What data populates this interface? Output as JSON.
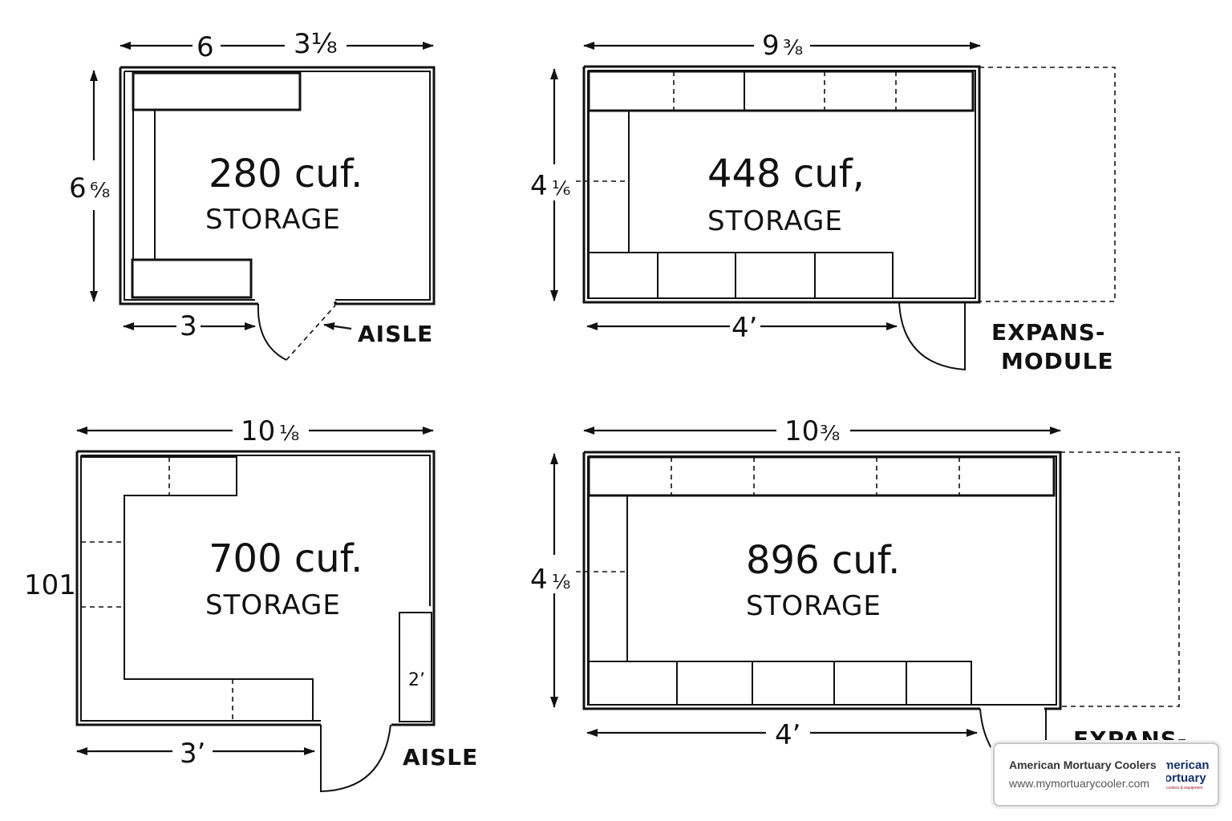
{
  "plans": [
    {
      "capacity": "280 cuf.",
      "label": "STORAGE",
      "dims": {
        "top_left": "6",
        "top_right": "3⅛",
        "left_main": "6",
        "left_frac": "⁶⁄₈",
        "bottom": "3"
      },
      "aisle": "AISLE"
    },
    {
      "capacity": "448 cuf,",
      "label": "STORAGE",
      "dims": {
        "top_main": "9",
        "top_frac": "³⁄₈",
        "left_main": "4",
        "left_frac": "¹⁄₆",
        "bottom": "4’"
      },
      "expansion": [
        "EXPANS-",
        "MODULE"
      ]
    },
    {
      "capacity": "700 cuf.",
      "label": "STORAGE",
      "dims": {
        "top_main": "10",
        "top_frac": "¹⁄₈",
        "left": "101",
        "bottom": "3’",
        "shelf": "2’"
      },
      "aisle": "AISLE"
    },
    {
      "capacity": "896 cuf.",
      "label": "STORAGE",
      "dims": {
        "top_main": "10",
        "top_frac": "³⁄₈",
        "left_main": "4",
        "left_frac": "¹⁄₈",
        "bottom": "4’"
      },
      "expansion": [
        "EXPANS-"
      ]
    }
  ],
  "brand": {
    "name": "American Mortuary Coolers",
    "url": "www.mymortuarycooler.com",
    "logo_line1": "merican",
    "logo_line2": "ortuary",
    "logo_line3": "coolers & equipment"
  },
  "colors": {
    "ink": "#111111",
    "background": "#ffffff",
    "logo_blue": "#13306b",
    "logo_red": "#a01b1b"
  }
}
